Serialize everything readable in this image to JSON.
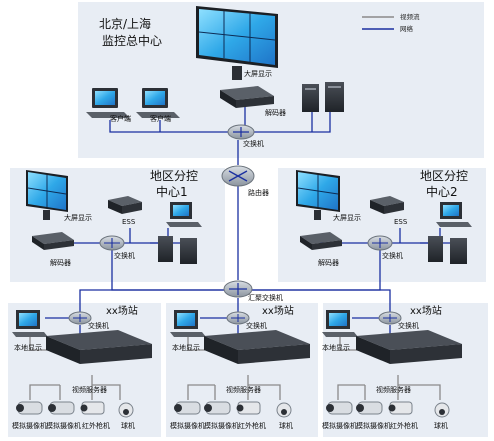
{
  "legend": {
    "video_stream": "视频流",
    "network": "网络",
    "colors": {
      "video": "#8a8a8a",
      "network": "#1a2fa0"
    }
  },
  "hq": {
    "title_line1": "北京/上海",
    "title_line2": "监控总中心",
    "big_screen": "大屏显示",
    "decoder": "解码器",
    "client1": "客户端",
    "client2": "客户端",
    "switch": "交换机",
    "router": "路由器"
  },
  "region1": {
    "title_line1": "地区分控",
    "title_line2": "中心1",
    "big_screen": "大屏显示",
    "ess": "ESS",
    "decoder": "解码器",
    "switch": "交换机"
  },
  "region2": {
    "title_line1": "地区分控",
    "title_line2": "中心2",
    "big_screen": "大屏显示",
    "ess": "ESS",
    "decoder": "解码器",
    "switch": "交换机"
  },
  "core": {
    "aggregation_switch": "汇聚交换机"
  },
  "sites": [
    {
      "title": "xx场站",
      "switch": "交换机",
      "local_display": "本地显示",
      "server": "视频服务器",
      "cam1": "模拟摄像机",
      "cam2": "模拟摄像机",
      "cam3": "红外枪机",
      "cam4": "球机"
    },
    {
      "title": "xx场站",
      "switch": "交换机",
      "local_display": "本地显示",
      "server": "视频服务器",
      "cam1": "模拟摄像机",
      "cam2": "模拟摄像机",
      "cam3": "红外枪机",
      "cam4": "球机"
    },
    {
      "title": "xx场站",
      "switch": "交换机",
      "local_display": "本地显示",
      "server": "视频服务器",
      "cam1": "模拟摄像机",
      "cam2": "模拟摄像机",
      "cam3": "红外枪机",
      "cam4": "球机"
    }
  ]
}
